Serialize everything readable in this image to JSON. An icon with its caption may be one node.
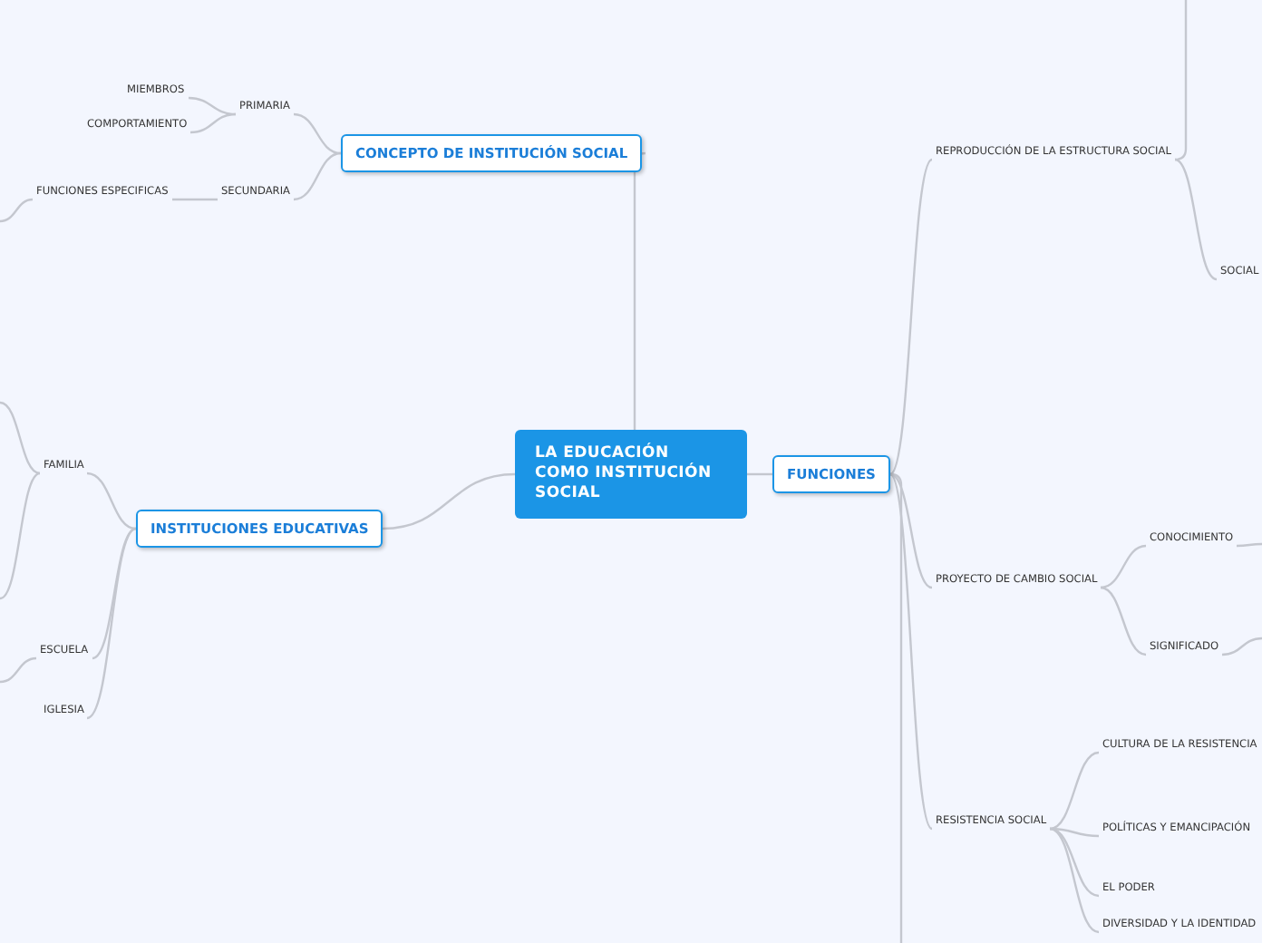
{
  "diagram": {
    "nodes": [
      {
        "text": [
          "LA EDUCACIÓN COMO INSTITUCIÓN SOCIAL"
        ]
      },
      {
        "text": [
          "CONCEPTO DE INSTITUCIÓN SOCIAL"
        ]
      },
      {
        "text": [
          "PRIMARIA"
        ]
      },
      {
        "text": [
          "MIEMBROS"
        ]
      },
      {
        "text": [
          "COMPORTAMIENTO"
        ]
      },
      {
        "text": [
          "SECUNDARIA"
        ]
      },
      {
        "text": [
          "FUNCIONES ESPECIFICAS"
        ]
      },
      {
        "text": [
          "INSTITUCIONES EDUCATIVAS"
        ]
      },
      {
        "text": [
          "FAMILIA"
        ]
      },
      {
        "text": [
          "ESCUELA"
        ]
      },
      {
        "text": [
          "IGLESIA"
        ]
      },
      {
        "text": [
          "FUNCIONES"
        ]
      },
      {
        "text": [
          "REPRODUCCIÓN DE LA ESTRUCTURA SOCIAL"
        ]
      },
      {
        "text": [
          "SOCIAL"
        ]
      },
      {
        "text": [
          "PROYECTO DE CAMBIO SOCIAL"
        ]
      },
      {
        "text": [
          "CONOCIMIENTO"
        ]
      },
      {
        "text": [
          "SIGNIFICADO"
        ]
      },
      {
        "text": [
          "RESISTENCIA SOCIAL"
        ]
      },
      {
        "text": [
          "CULTURA DE LA RESISTENCIA"
        ]
      },
      {
        "text": [
          "POLÍTICAS Y EMANCIPACIÓN"
        ]
      },
      {
        "text": [
          "EL PODER"
        ]
      },
      {
        "text": [
          "DIVERSIDAD Y LA IDENTIDAD"
        ]
      }
    ],
    "edges": [
      {
        "from": 0,
        "to": 1,
        "arrow": "none"
      },
      {
        "from": 1,
        "to": 2,
        "arrow": "none"
      },
      {
        "from": 2,
        "to": 3,
        "arrow": "none"
      },
      {
        "from": 2,
        "to": 4,
        "arrow": "none"
      },
      {
        "from": 1,
        "to": 5,
        "arrow": "none"
      },
      {
        "from": 5,
        "to": 6,
        "arrow": "none"
      },
      {
        "from": 6,
        "to": null,
        "arrow": "none"
      },
      {
        "from": 0,
        "to": 7,
        "arrow": "none"
      },
      {
        "from": 7,
        "to": 8,
        "arrow": "none"
      },
      {
        "from": 7,
        "to": 9,
        "arrow": "none"
      },
      {
        "from": 7,
        "to": 10,
        "arrow": "none"
      },
      {
        "from": 8,
        "to": null,
        "arrow": "none"
      },
      {
        "from": 8,
        "to": null,
        "arrow": "none"
      },
      {
        "from": 9,
        "to": null,
        "arrow": "none"
      },
      {
        "from": 0,
        "to": 11,
        "arrow": "none"
      },
      {
        "from": 11,
        "to": 12,
        "arrow": "none"
      },
      {
        "from": 11,
        "to": 14,
        "arrow": "none"
      },
      {
        "from": 11,
        "to": 17,
        "arrow": "none"
      },
      {
        "from": 11,
        "to": null,
        "arrow": "none"
      },
      {
        "from": 12,
        "to": null,
        "arrow": "none"
      },
      {
        "from": 12,
        "to": 13,
        "arrow": "none"
      },
      {
        "from": 14,
        "to": 15,
        "arrow": "none"
      },
      {
        "from": 14,
        "to": 16,
        "arrow": "none"
      },
      {
        "from": 15,
        "to": null,
        "arrow": "none"
      },
      {
        "from": 16,
        "to": null,
        "arrow": "none"
      },
      {
        "from": 17,
        "to": 18,
        "arrow": "none"
      },
      {
        "from": 17,
        "to": 19,
        "arrow": "none"
      },
      {
        "from": 17,
        "to": 20,
        "arrow": "none"
      },
      {
        "from": 17,
        "to": 21,
        "arrow": "none"
      }
    ]
  }
}
